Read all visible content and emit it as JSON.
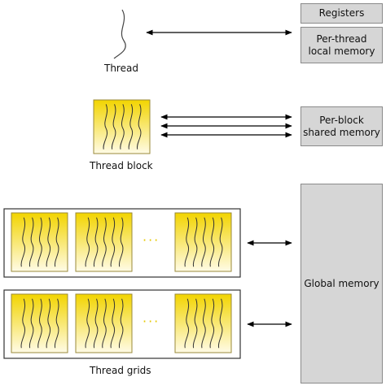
{
  "labels": {
    "thread": "Thread",
    "thread_block": "Thread block",
    "thread_grids": "Thread grids",
    "ellipsis": "···"
  },
  "memory": {
    "registers": "Registers",
    "local_line1": "Per-thread",
    "local_line2": "local memory",
    "shared_line1": "Per-block",
    "shared_line2": "shared memory",
    "global": "Global memory"
  },
  "colors": {
    "block_top": "#f2d400",
    "block_bottom": "#fffbe6",
    "block_border": "#9a8a3a",
    "memory_fill": "#d6d6d6",
    "memory_border": "#8a8a8a",
    "ellipsis": "#e6c800"
  }
}
